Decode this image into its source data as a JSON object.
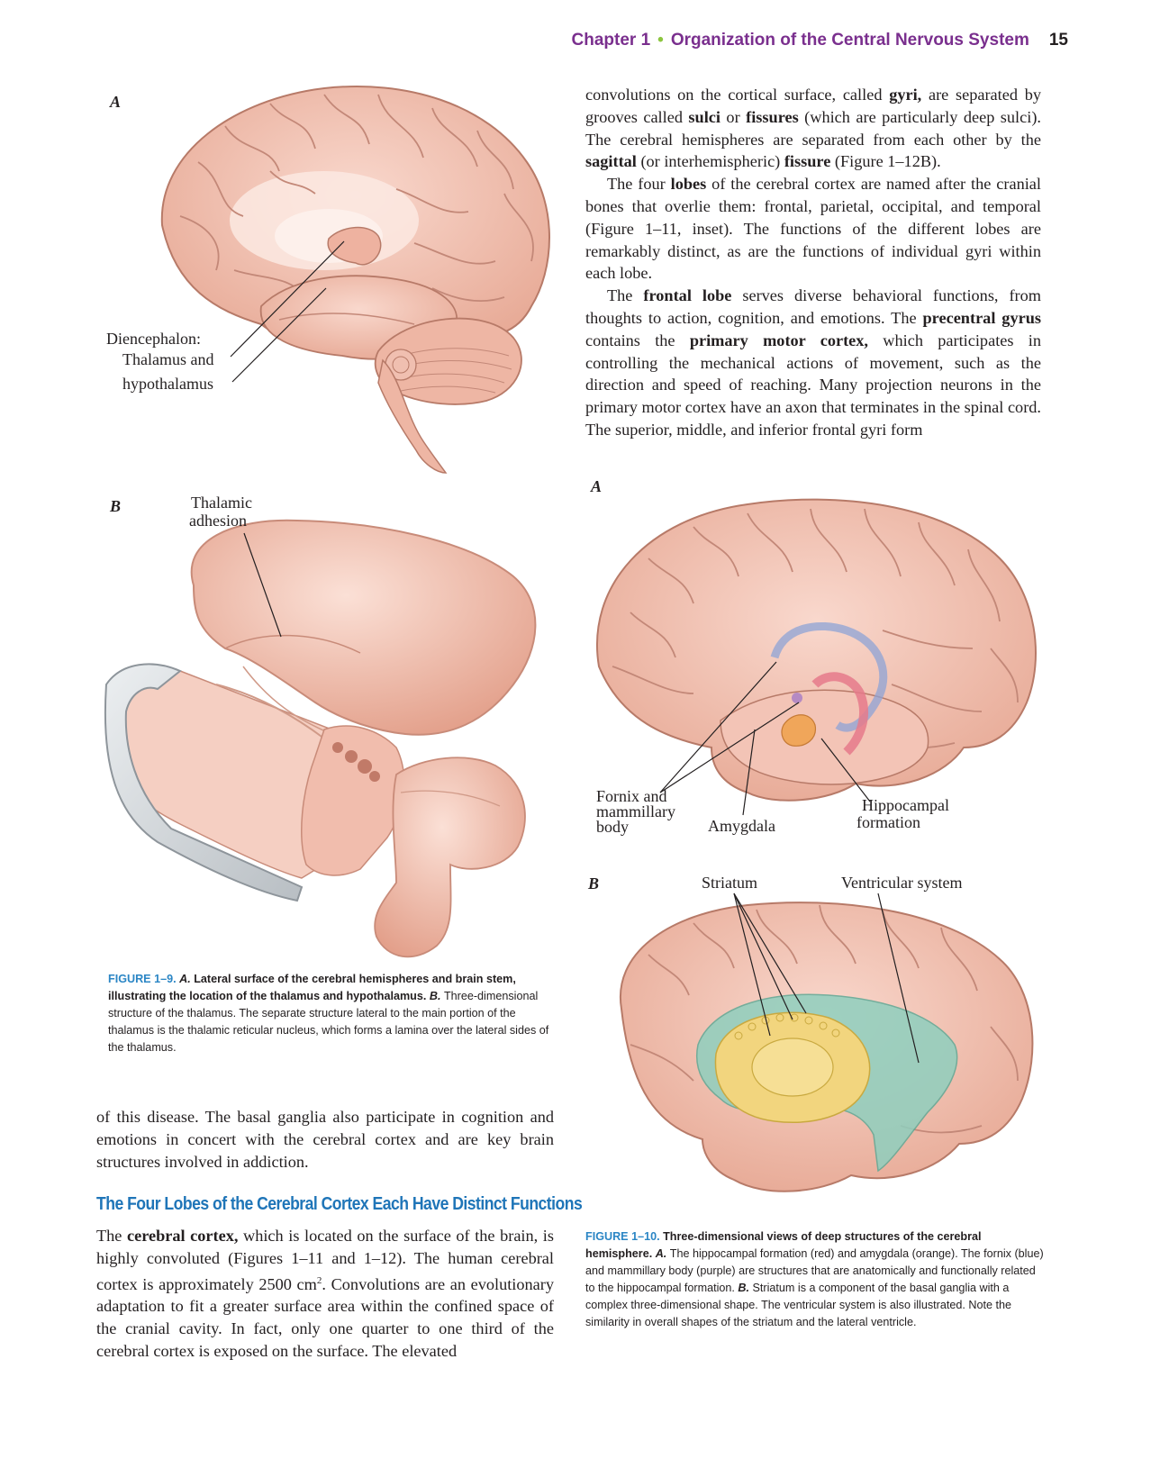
{
  "header": {
    "chapter": "Chapter 1",
    "separator": "•",
    "title": "Organization of the Central Nervous System",
    "page_number": "15"
  },
  "figure_1_9": {
    "panel_a": {
      "letter": "A",
      "labels": [
        "Diencephalon:",
        "Thalamus and",
        "hypothalamus"
      ]
    },
    "panel_b": {
      "letter": "B",
      "labels": [
        "Thalamic",
        "adhesion"
      ]
    },
    "caption": {
      "number": "FIGURE 1–9.",
      "a_letter": "A.",
      "a_text": "Lateral surface of the cerebral hemispheres and brain stem, illustrating the location of the thalamus and hypothalamus.",
      "b_letter": "B.",
      "b_text": "Three-dimensional structure of the thalamus. The separate structure lateral to the main portion of the thalamus is the thalamic reticular nucleus, which forms a lamina over the lateral sides of the thalamus."
    }
  },
  "figure_1_10": {
    "panel_a": {
      "letter": "A",
      "label_fornix": [
        "Fornix and",
        "mammillary",
        "body"
      ],
      "label_amygdala": "Amygdala",
      "label_hippocampal": [
        "Hippocampal",
        "formation"
      ]
    },
    "panel_b": {
      "letter": "B",
      "label_striatum": "Striatum",
      "label_ventricular": "Ventricular system"
    },
    "caption": {
      "number": "FIGURE 1–10.",
      "title": "Three-dimensional views of deep structures of the cerebral hemisphere.",
      "a_letter": "A.",
      "a_text": "The hippocampal formation (red) and amygdala (orange). The fornix (blue) and mammillary body (purple) are structures that are anatomically and functionally related to the hippocampal formation.",
      "b_letter": "B.",
      "b_text": "Striatum is a component of the basal ganglia with a complex three-dimensional shape. The ventricular system is also illustrated. Note the similarity in overall shapes of the striatum and the lateral ventricle."
    }
  },
  "right_column_text": {
    "p1": {
      "t1": "convolutions on the cortical surface, called ",
      "b1": "gyri,",
      "t2": " are separated by grooves called ",
      "b2": "sulci",
      "t3": " or ",
      "b3": "fissures",
      "t4": " (which are particularly deep sulci). The cerebral hemispheres are separated from each other by the ",
      "b4": "sagittal",
      "t5": " (or interhemispheric) ",
      "b5": "fissure",
      "t6": " (Figure 1–12B)."
    },
    "p2": {
      "t1": "The four ",
      "b1": "lobes",
      "t2": " of the cerebral cortex are named after the cranial bones that overlie them: frontal, parietal, occipital, and temporal (Figure 1–11, inset). The functions of the different lobes are remarkably distinct, as are the functions of individual gyri within each lobe."
    },
    "p3": {
      "t1": "The ",
      "b1": "frontal lobe",
      "t2": " serves diverse behavioral functions, from thoughts to action, cognition, and emotions. The ",
      "b2": "precentral gyrus",
      "t3": " contains the ",
      "b3": "primary motor cortex,",
      "t4": " which participates in controlling the mechanical actions of movement, such as the direction and speed of reaching. Many projection neurons in the primary motor cortex have an axon that terminates in the spinal cord. The superior, middle, and inferior frontal gyri form"
    }
  },
  "left_column_text": {
    "p1": "of this disease. The basal ganglia also participate in cognition and emotions in concert with the cerebral cortex and are key brain structures involved in addiction.",
    "section_heading": "The Four Lobes of the Cerebral Cortex Each Have Distinct Functions",
    "p2": {
      "t1": "The ",
      "b1": "cerebral cortex,",
      "t2": " which is located on the surface of the brain, is highly convoluted (Figures 1–11 and 1–12). The human cerebral cortex is approximately 2500 cm",
      "sup": "2",
      "t3": ". Convolutions are an evolutionary adaptation to fit a greater surface area within the confined space of the cranial cavity. In fact, only one quarter to one third of the cerebral cortex is exposed on the surface. The elevated"
    }
  },
  "colors": {
    "header_purple": "#7a2f8e",
    "header_dot_green": "#8cc63f",
    "caption_blue": "#2b86c5",
    "heading_blue": "#1f75b8",
    "brain_pink": "#f2c1b3",
    "brain_outline": "#c78a7a"
  }
}
